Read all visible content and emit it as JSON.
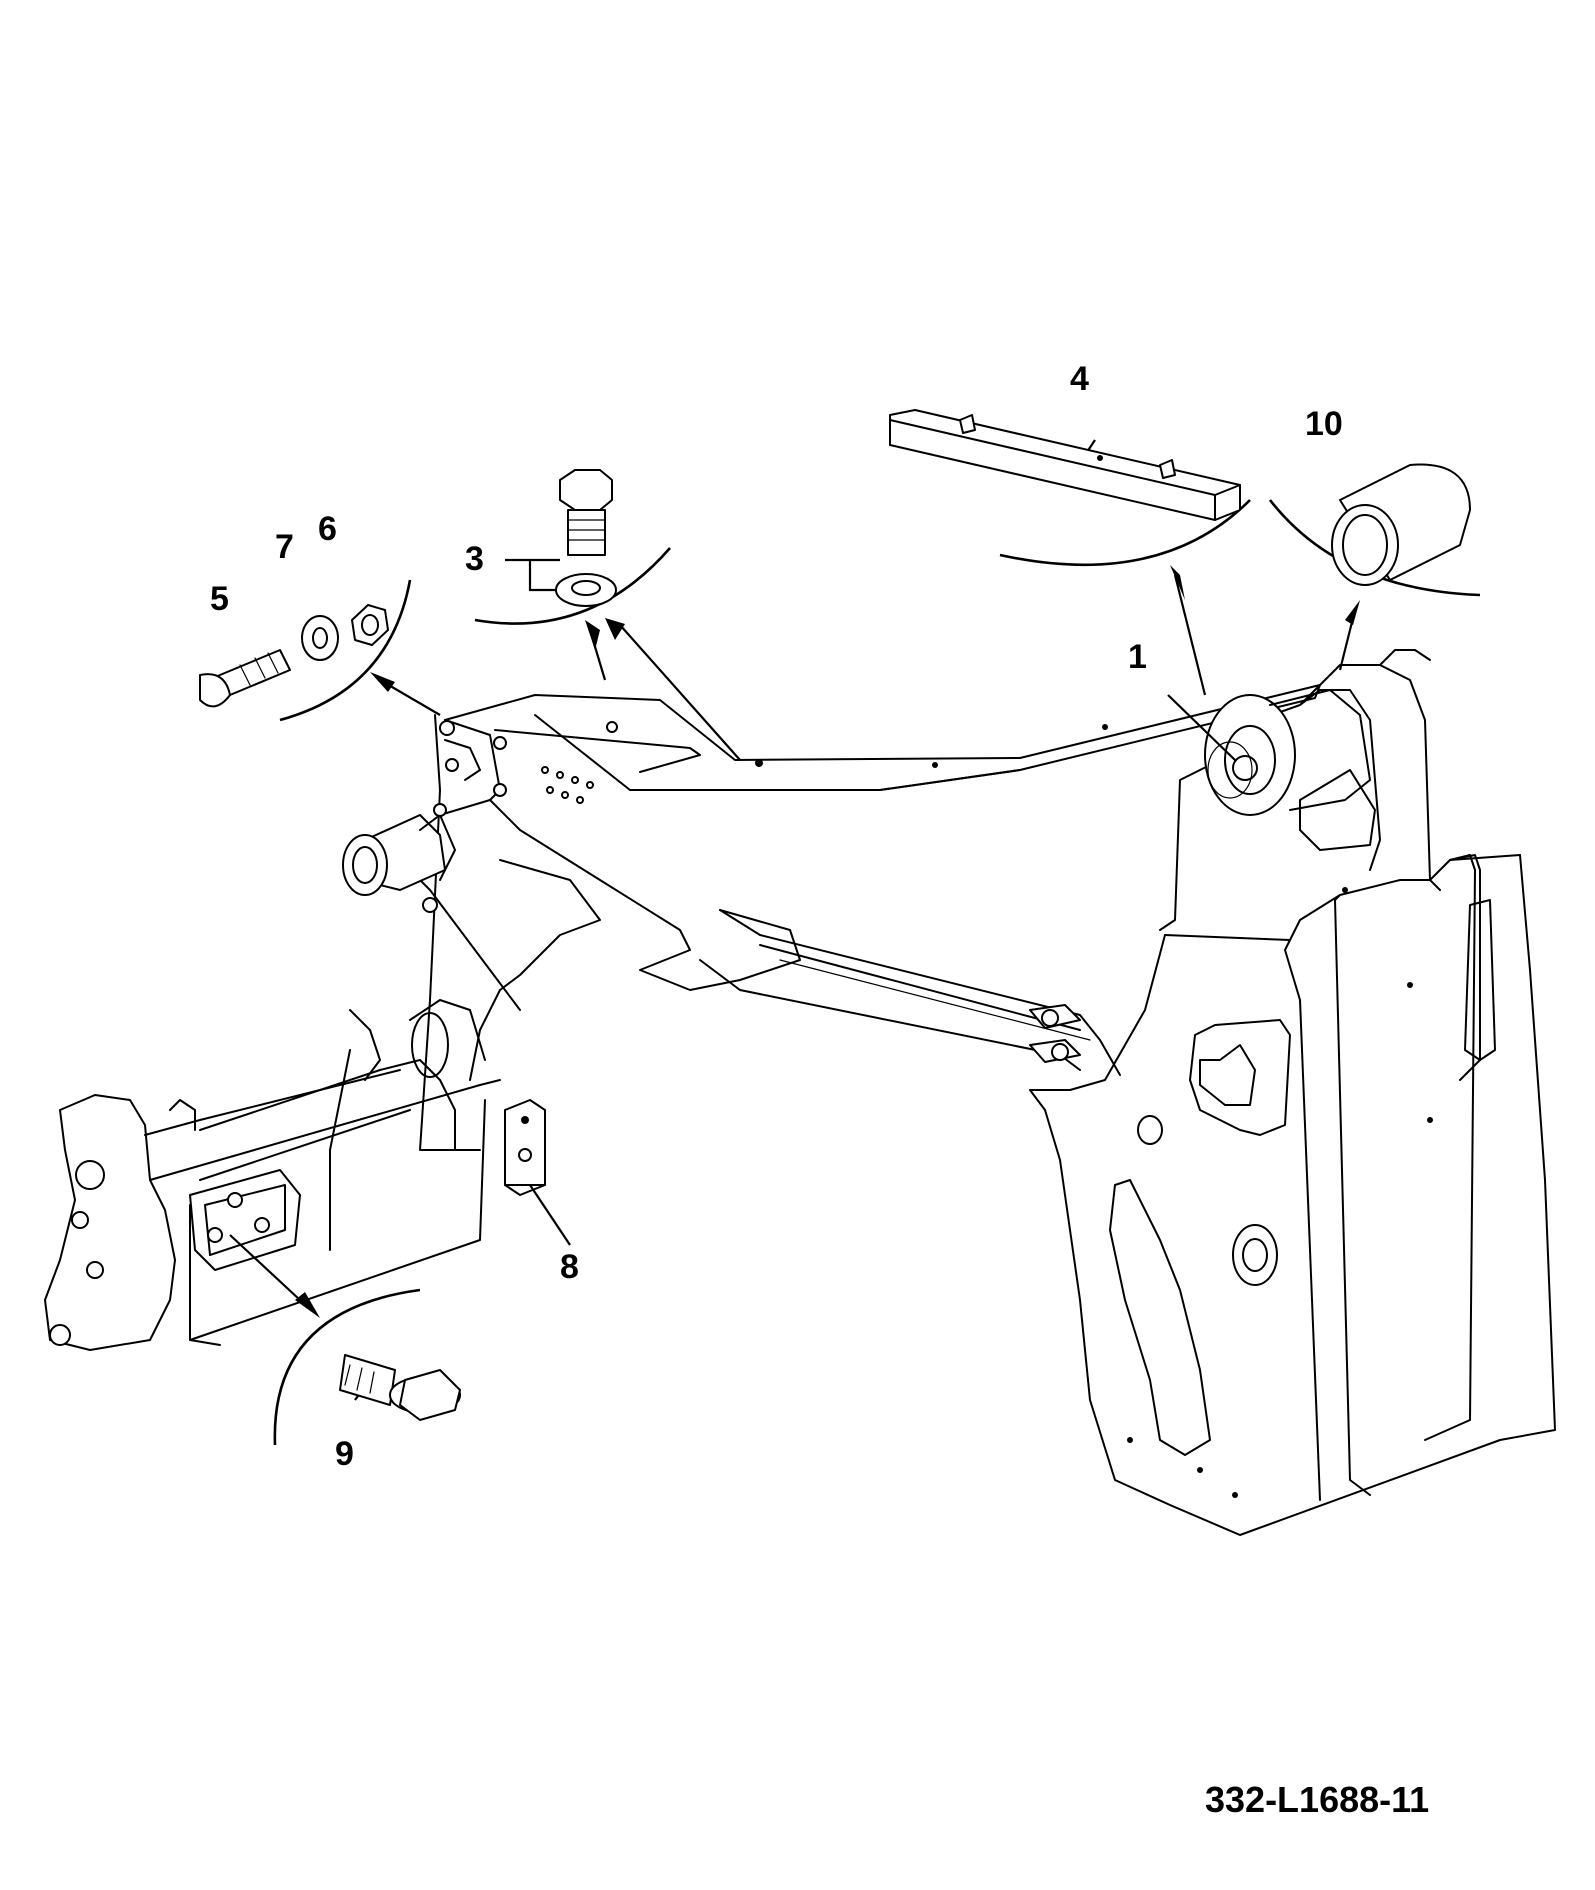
{
  "diagram": {
    "drawing_number": "332-L1688-11",
    "callouts": [
      {
        "id": "c1",
        "label": "1"
      },
      {
        "id": "c3",
        "label": "3"
      },
      {
        "id": "c4",
        "label": "4"
      },
      {
        "id": "c5",
        "label": "5"
      },
      {
        "id": "c6",
        "label": "6"
      },
      {
        "id": "c7",
        "label": "7"
      },
      {
        "id": "c8",
        "label": "8"
      },
      {
        "id": "c9",
        "label": "9"
      },
      {
        "id": "c10",
        "label": "10"
      }
    ]
  }
}
